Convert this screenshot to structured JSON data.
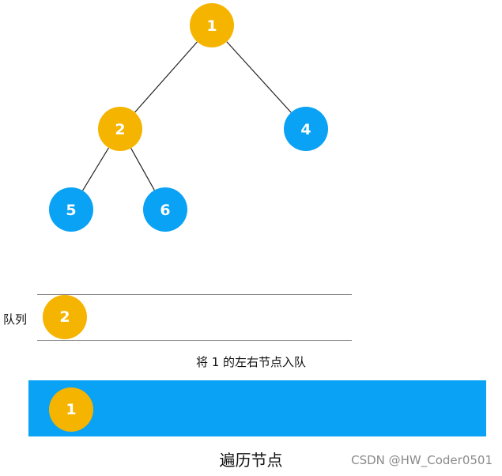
{
  "colors": {
    "orange": "#F5B400",
    "blue": "#0AA2F4"
  },
  "tree": {
    "nodes": [
      {
        "id": "n1",
        "label": "1",
        "color": "orange"
      },
      {
        "id": "n2",
        "label": "2",
        "color": "orange"
      },
      {
        "id": "n4",
        "label": "4",
        "color": "blue"
      },
      {
        "id": "n5",
        "label": "5",
        "color": "blue"
      },
      {
        "id": "n6",
        "label": "6",
        "color": "blue"
      }
    ],
    "edges": [
      {
        "from": "n1",
        "to": "n2"
      },
      {
        "from": "n1",
        "to": "n4"
      },
      {
        "from": "n2",
        "to": "n5"
      },
      {
        "from": "n2",
        "to": "n6"
      }
    ]
  },
  "queue": {
    "label": "队列",
    "items": [
      "2"
    ]
  },
  "caption": "将 1 的左右节点入队",
  "visited": {
    "title": "遍历节点",
    "items": [
      "1"
    ]
  },
  "watermark": "CSDN @HW_Coder0501"
}
